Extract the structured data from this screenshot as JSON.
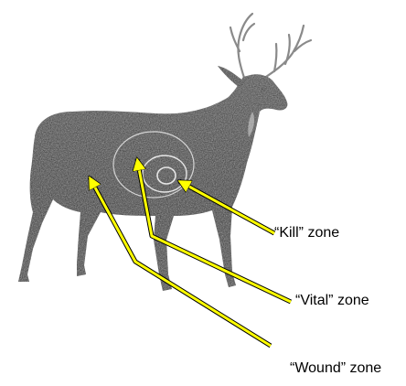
{
  "labels": {
    "kill": "“Kill” zone",
    "vital": "“Vital” zone",
    "wound": "“Wound” zone"
  },
  "colors": {
    "arrow_fill": "#ffff00",
    "leader_outline": "#000000",
    "deer_dark": "#1c1c1c",
    "zone_ring": "#e6e6e6",
    "background": "#ffffff"
  },
  "icons": {
    "subject": "white-tailed-deer-silhouette",
    "pointer": "arrow"
  }
}
